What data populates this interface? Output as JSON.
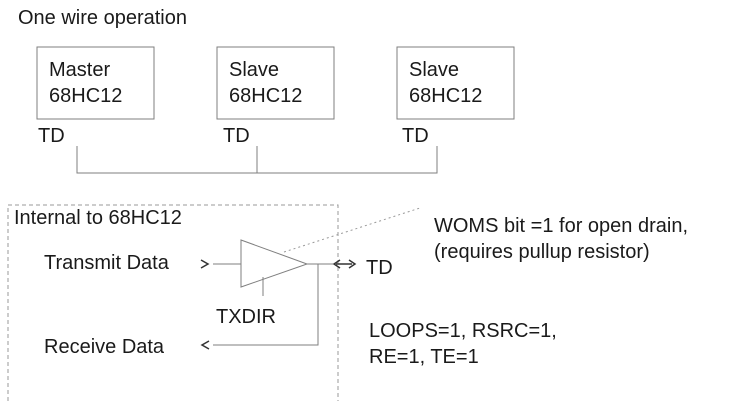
{
  "title": "One wire operation",
  "nodes": [
    {
      "line1": "Master",
      "line2": "68HC12",
      "pin": "TD"
    },
    {
      "line1": "Slave",
      "line2": "68HC12",
      "pin": "TD"
    },
    {
      "line1": "Slave",
      "line2": "68HC12",
      "pin": "TD"
    }
  ],
  "internal": {
    "title": "Internal to 68HC12",
    "transmit": "Transmit Data",
    "receive": "Receive Data",
    "txdir": "TXDIR",
    "td": "TD"
  },
  "notes": {
    "woms_line1": "WOMS bit =1 for open drain,",
    "woms_line2": "(requires pullup resistor)",
    "loops_line1": "LOOPS=1, RSRC=1,",
    "loops_line2": "RE=1, TE=1"
  },
  "colors": {
    "line": "#7f7f7f",
    "dash": "#9a9a9a",
    "text": "#1a1a1a"
  }
}
